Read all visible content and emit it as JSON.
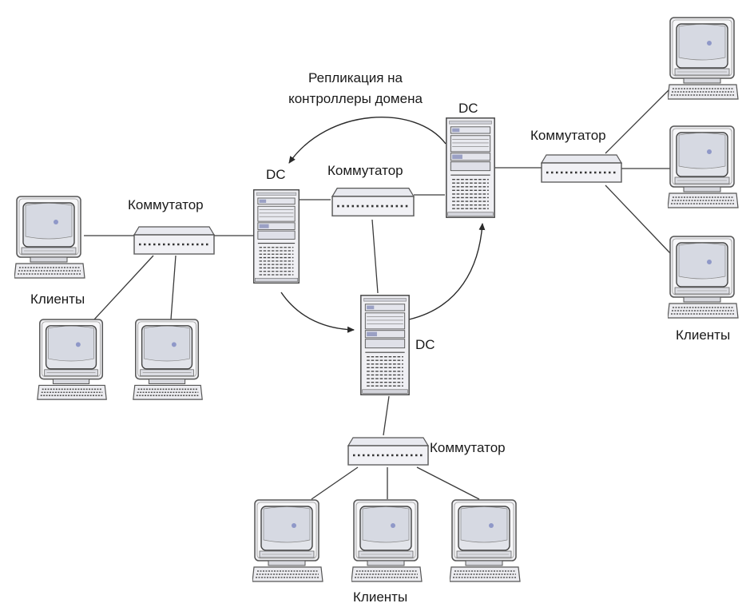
{
  "labels": {
    "replication_line1": "Репликация на",
    "replication_line2": "контроллеры домена",
    "dc_top_right": "DC",
    "dc_center_left": "DC",
    "dc_bottom_center": "DC",
    "switch_left": "Коммутатор",
    "switch_center": "Коммутатор",
    "switch_right": "Коммутатор",
    "switch_bottom": "Коммутатор",
    "clients_left": "Клиенты",
    "clients_right": "Клиенты",
    "clients_bottom": "Клиенты"
  },
  "icons": {
    "server": "tower-server-icon",
    "switch": "network-switch-icon",
    "client": "workstation-monitor-icon"
  }
}
